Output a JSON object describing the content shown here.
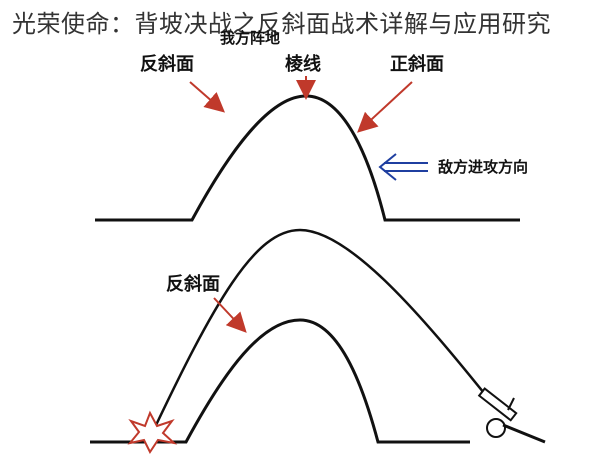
{
  "title": "光荣使命：背坡决战之反斜面战术详解与应用研究",
  "diagram": {
    "top": {
      "position_label": "我方阵地",
      "reverse_slope_label": "反斜面",
      "ridge_label": "棱线",
      "forward_slope_label": "正斜面",
      "enemy_direction_label": "敌方进攻方向"
    },
    "bottom": {
      "reverse_slope_label": "反斜面"
    },
    "colors": {
      "line": "#111111",
      "arrow_red": "#c0392b",
      "arrow_blue": "#1f3fa0"
    }
  }
}
